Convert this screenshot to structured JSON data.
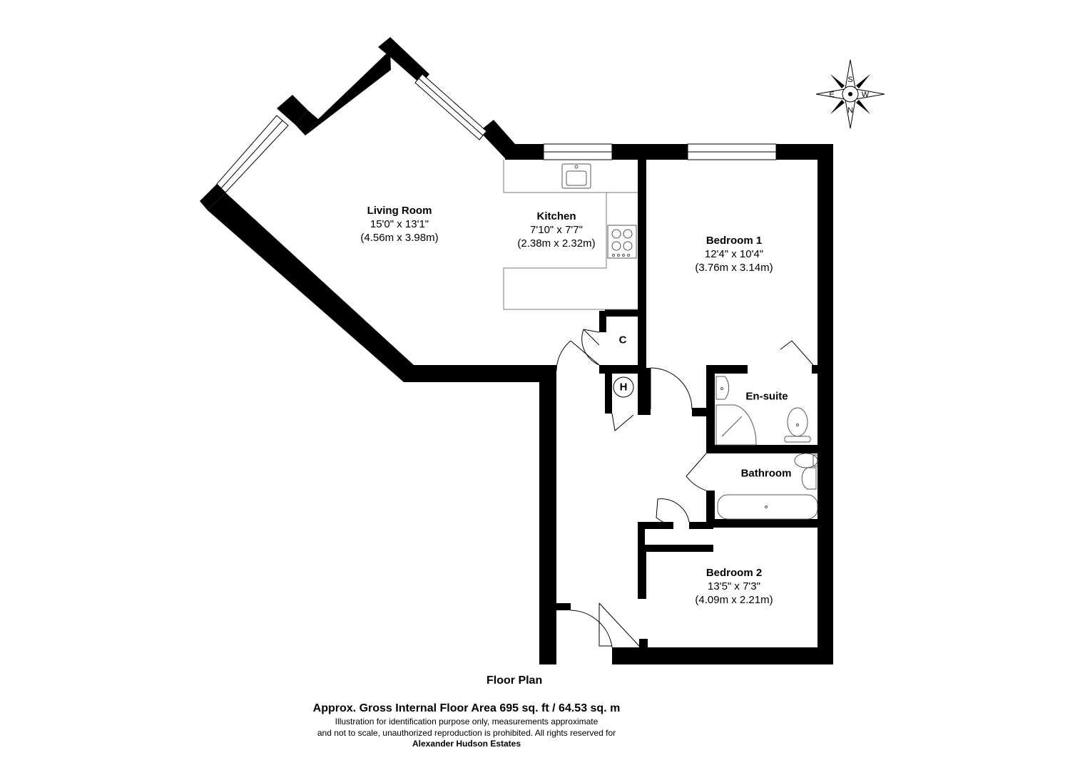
{
  "compass": {
    "top": "S",
    "left": "E",
    "right": "W",
    "bottom": "N"
  },
  "rooms": {
    "living_room": {
      "name": "Living Room",
      "imperial": "15'0\" x 13'1\"",
      "metric": "(4.56m x 3.98m)"
    },
    "kitchen": {
      "name": "Kitchen",
      "imperial": "7'10\" x 7'7\"",
      "metric": "(2.38m x 2.32m)"
    },
    "bedroom_1": {
      "name": "Bedroom 1",
      "imperial": "12'4\" x 10'4\"",
      "metric": "(3.76m x 3.14m)"
    },
    "bedroom_2": {
      "name": "Bedroom 2",
      "imperial": "13'5\" x 7'3\"",
      "metric": "(4.09m x 2.21m)"
    },
    "en_suite": {
      "name": "En-suite"
    },
    "bathroom": {
      "name": "Bathroom"
    },
    "cupboard": {
      "name": "C"
    },
    "heating": {
      "name": "H"
    }
  },
  "footer": {
    "title": "Floor Plan",
    "area": "Approx. Gross Internal Floor Area 695 sq. ft / 64.53 sq. m",
    "disclaimer_line1": "Illustration for identification purpose only, measurements approximate",
    "disclaimer_line2": "and not to scale, unauthorized reproduction is prohibited. All rights reserved for",
    "company": "Alexander Hudson Estates"
  },
  "colors": {
    "wall": "#000000",
    "background": "#ffffff",
    "fixture_line": "#555555"
  }
}
